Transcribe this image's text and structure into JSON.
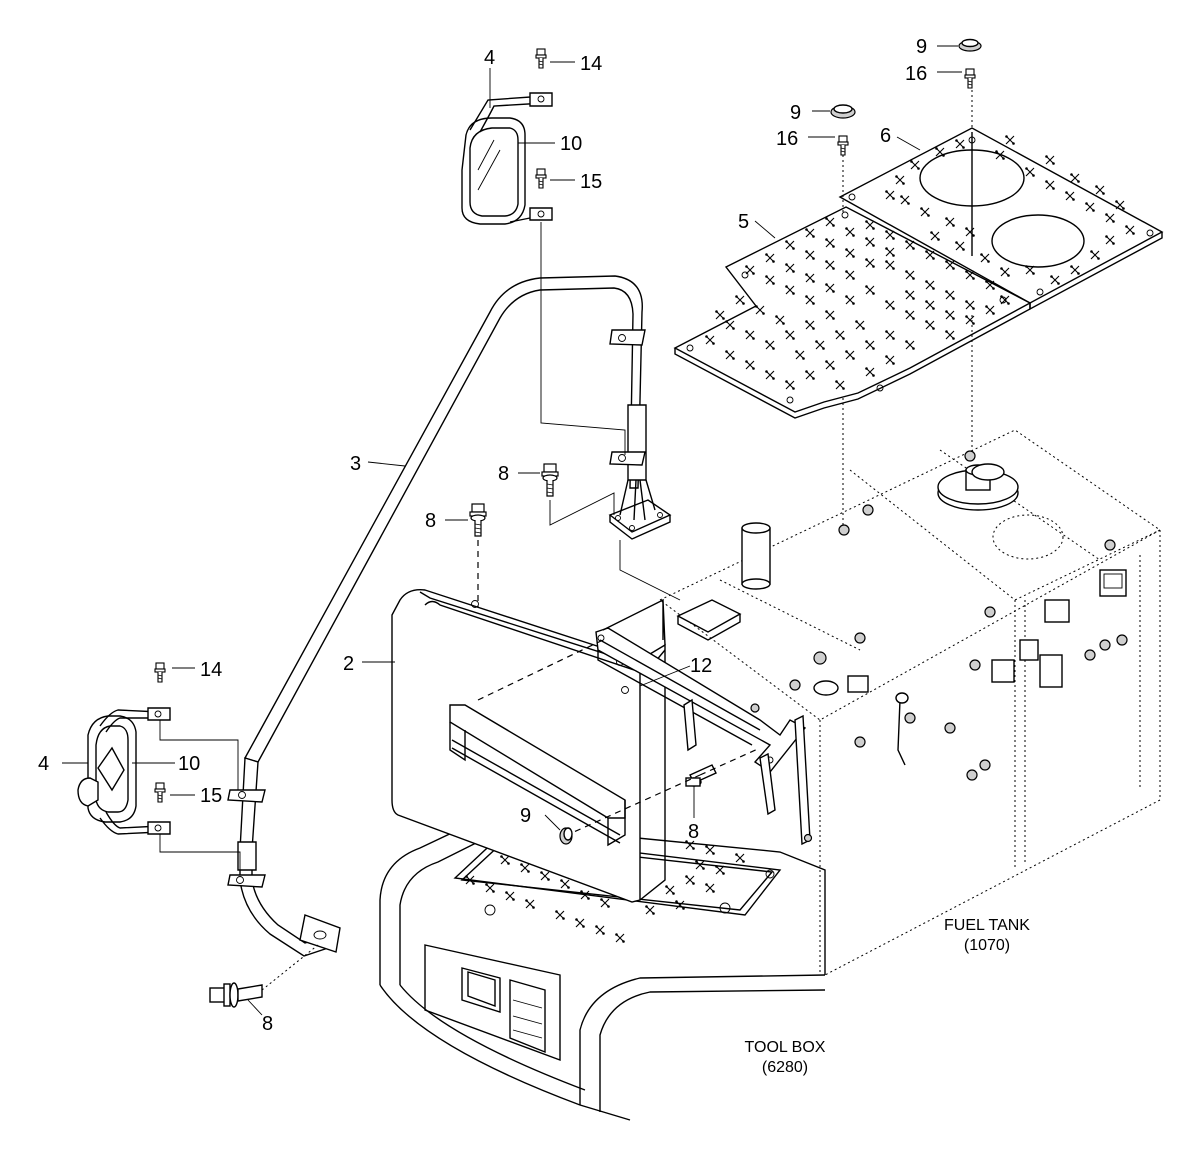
{
  "callouts": {
    "c4_top": "4",
    "c14_top": "14",
    "c10_top": "10",
    "c15_top": "15",
    "c9_tr": "9",
    "c16_tr": "16",
    "c9_mid": "9",
    "c16_mid": "16",
    "c6": "6",
    "c5": "5",
    "c3": "3",
    "c8_a": "8",
    "c8_b": "8",
    "c2": "2",
    "c12": "12",
    "c14_left": "14",
    "c4_left": "4",
    "c10_left": "10",
    "c15_left": "15",
    "c9_bot": "9",
    "c8_c": "8",
    "c8_d": "8"
  },
  "references": {
    "fuel_tank_name": "FUEL TANK",
    "fuel_tank_code": "(1070)",
    "tool_box_name": "TOOL BOX",
    "tool_box_code": "(6280)"
  }
}
